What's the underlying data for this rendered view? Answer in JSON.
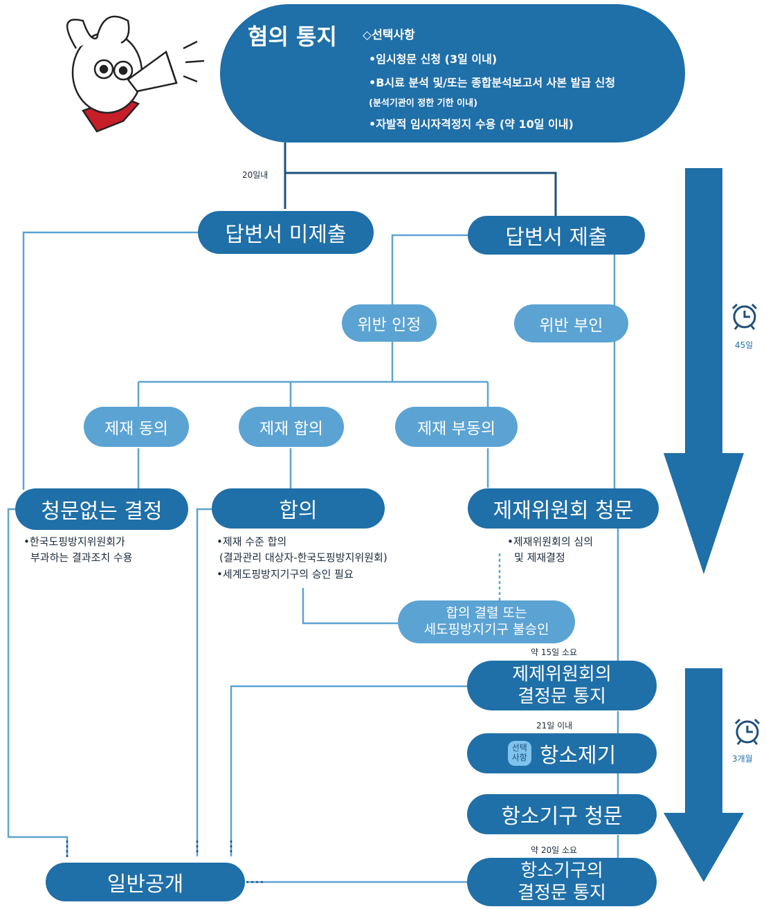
{
  "top": {
    "title": "혐의 통지",
    "options_label": "◇선택사항",
    "items": [
      "•임시청문 신청 (3일 이내)",
      "•B시료 분석 및/또는 종합분석보고서 사본 발급 신청",
      "(분석기관이 정한 기한 이내)",
      "•자발적 임시자격정지 수용 (약 10일 이내)"
    ]
  },
  "labels": {
    "within20": "20일내",
    "approx15": "약 15일 소요",
    "within21": "21일 이내",
    "approx20": "약 20일 소요"
  },
  "nodes": {
    "no_response": "답변서 미제출",
    "response": "답변서 제출",
    "admit": "위반 인정",
    "deny": "위반 부인",
    "sanction_agree": "제재 동의",
    "sanction_settle": "제재 합의",
    "sanction_disagree": "제재 부동의",
    "decision_no_hearing": "청문없는 결정",
    "agreement": "합의",
    "committee_hearing": "제재위원회 청문",
    "fail_line1": "합의 결렬 또는",
    "fail_line2": "세도핑방지기구 불승인",
    "committee_notice_line1": "제제위원회의",
    "committee_notice_line2": "결정문 통지",
    "appeal": "항소제기",
    "appeal_badge_line1": "선택",
    "appeal_badge_line2": "사항",
    "appeal_hearing": "항소기구 청문",
    "appeal_notice_line1": "항소기구의",
    "appeal_notice_line2": "결정문 통지",
    "public": "일반공개"
  },
  "notes": {
    "no_hearing_1": "•한국도핑방지위원회가",
    "no_hearing_2": "부과하는 결과조치 수용",
    "agreement_1": "•제재 수준 합의",
    "agreement_2": "(결과관리 대상자-한국도핑방지위원회)",
    "agreement_3": "•세계도핑방지기구의 승인 필요",
    "committee_1": "•제재위원회의 심의",
    "committee_2": "및 제재결정"
  },
  "timers": {
    "first": "45일",
    "second": "3개월"
  },
  "colors": {
    "dark": "#1f6fa8",
    "light": "#5ba3d3",
    "line": "#5ba3d3",
    "dark_line": "#1f4f78"
  }
}
